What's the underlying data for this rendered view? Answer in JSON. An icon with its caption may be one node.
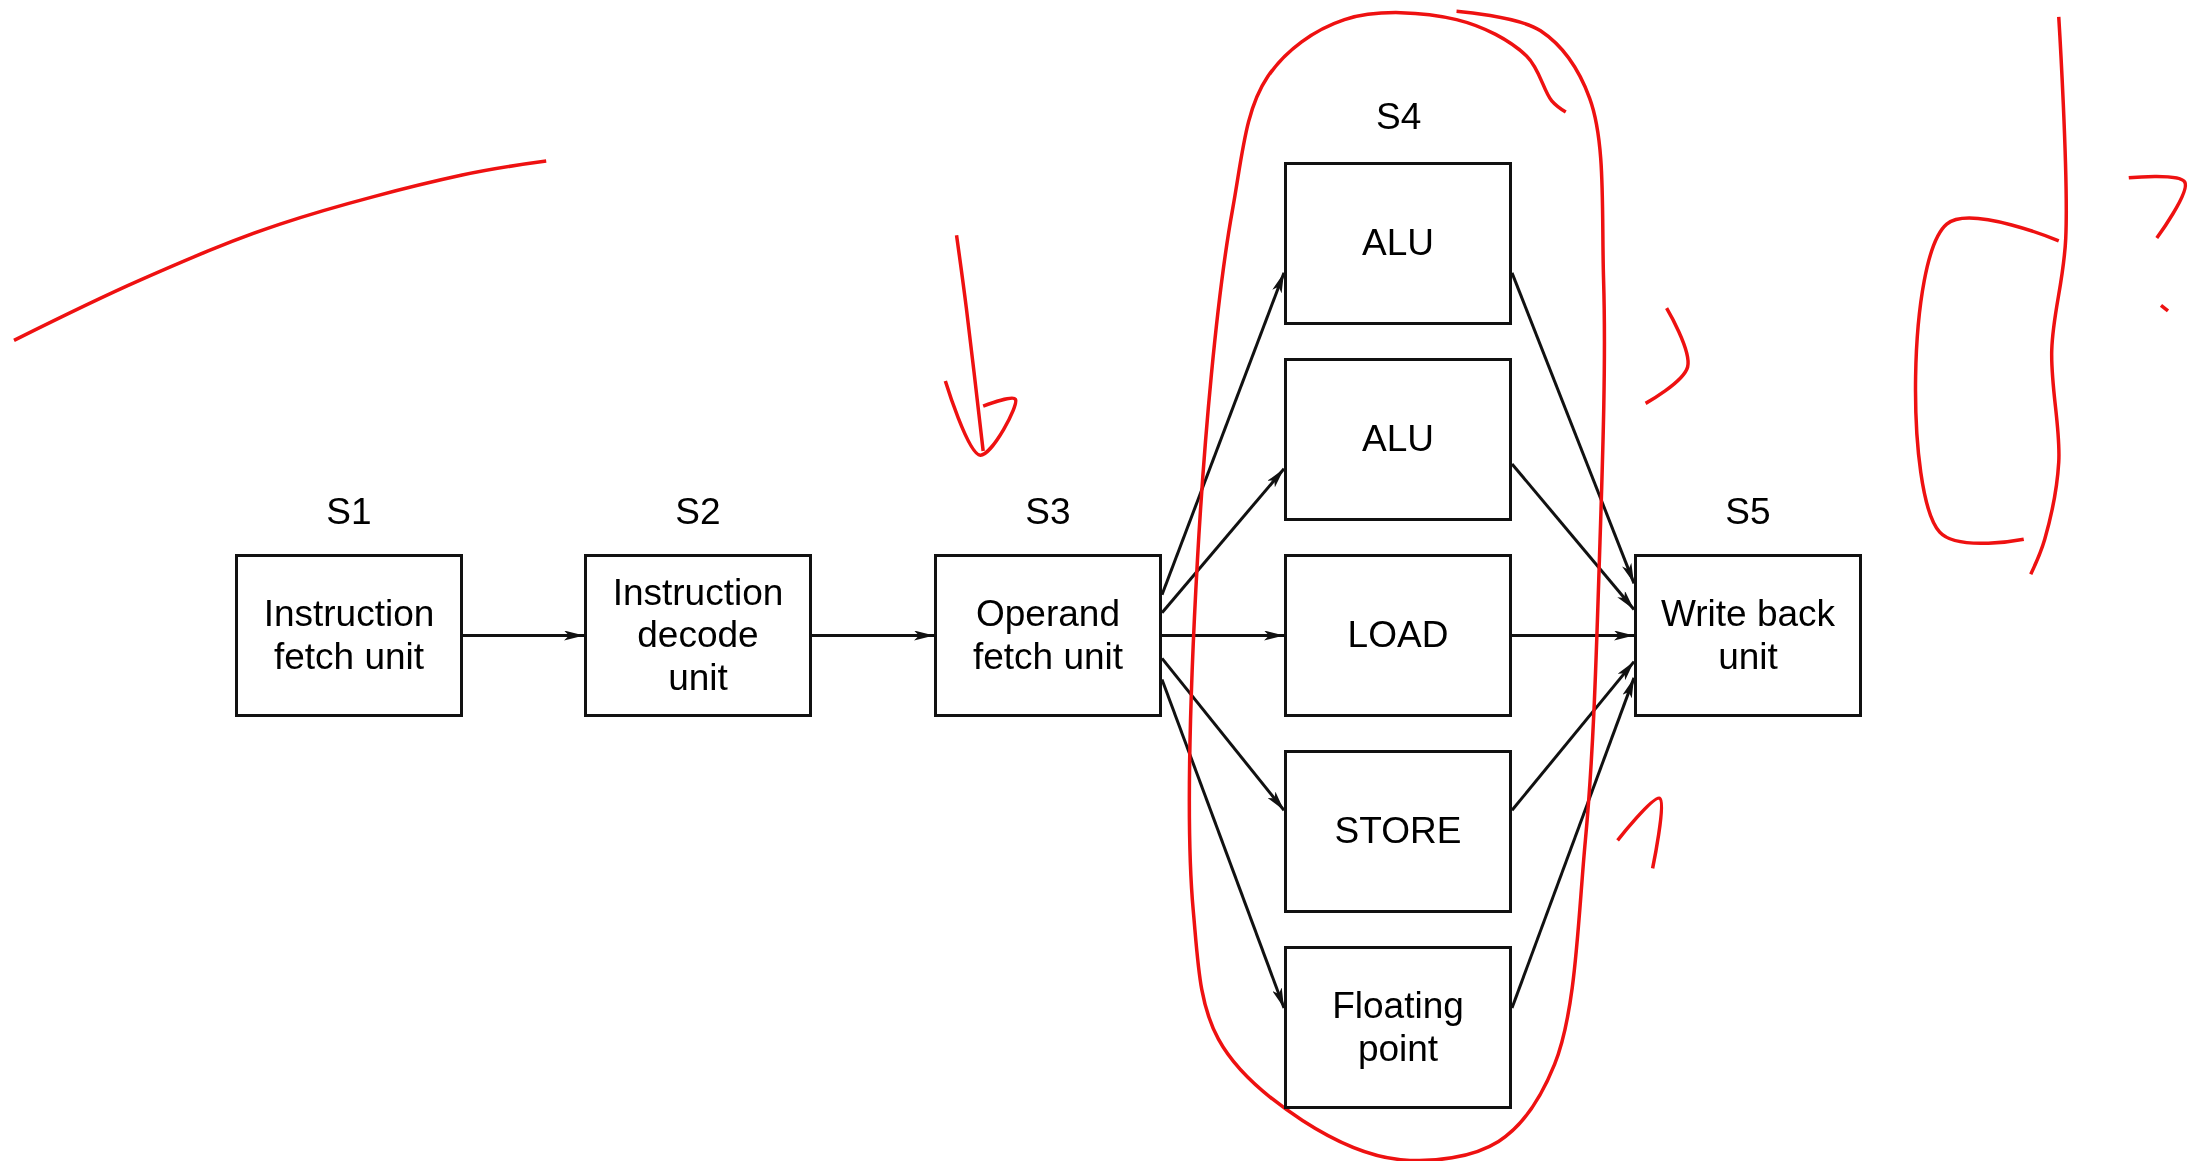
{
  "diagram": {
    "nodes": [
      {
        "text": [
          "S1",
          "Instruction fetch unit"
        ]
      },
      {
        "text": [
          "S2",
          "Instruction decode unit"
        ]
      },
      {
        "text": [
          "S3",
          "Operand fetch unit"
        ]
      },
      {
        "text": [
          "ALU"
        ]
      },
      {
        "text": [
          "ALU"
        ]
      },
      {
        "text": [
          "LOAD"
        ]
      },
      {
        "text": [
          "STORE"
        ]
      },
      {
        "text": [
          "Floating point"
        ]
      },
      {
        "text": [
          "S5",
          "Write back unit"
        ]
      }
    ],
    "edges": [
      {
        "from": 0,
        "to": 1,
        "arrow": "to"
      },
      {
        "from": 1,
        "to": 2,
        "arrow": "to"
      },
      {
        "from": 2,
        "to": 3,
        "arrow": "to"
      },
      {
        "from": 2,
        "to": 4,
        "arrow": "to"
      },
      {
        "from": 2,
        "to": 5,
        "arrow": "to"
      },
      {
        "from": 2,
        "to": 6,
        "arrow": "to"
      },
      {
        "from": 2,
        "to": 7,
        "arrow": "to"
      },
      {
        "from": 3,
        "to": 8,
        "arrow": "to"
      },
      {
        "from": 4,
        "to": 8,
        "arrow": "to"
      },
      {
        "from": 5,
        "to": 8,
        "arrow": "to"
      },
      {
        "from": 6,
        "to": 8,
        "arrow": "to"
      },
      {
        "from": 7,
        "to": 8,
        "arrow": "to"
      }
    ],
    "labels": [
      "S4"
    ]
  }
}
